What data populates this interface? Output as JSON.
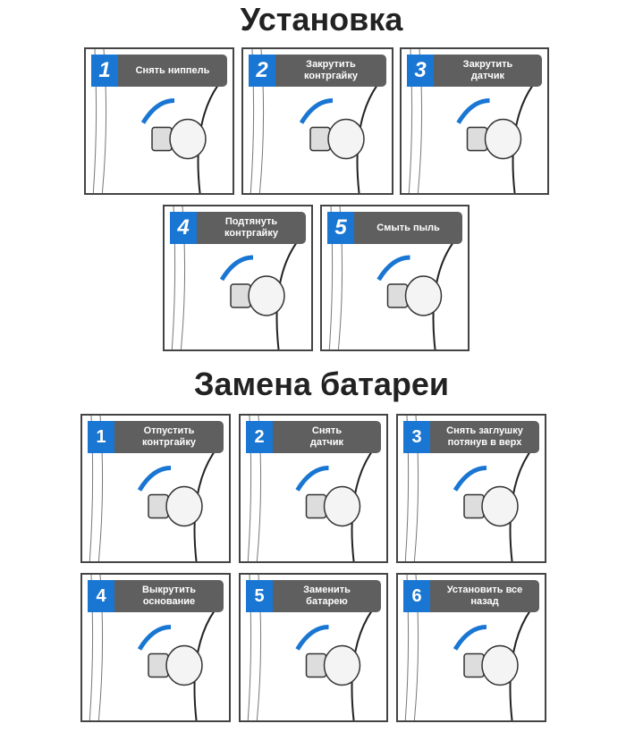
{
  "install": {
    "title": "Установка",
    "steps": [
      {
        "n": "1",
        "text": "Снять ниппель"
      },
      {
        "n": "2",
        "text": "Закрутить\nконтргайку"
      },
      {
        "n": "3",
        "text": "Закрутить\nдатчик"
      },
      {
        "n": "4",
        "text": "Подтянуть\nконтргайку"
      },
      {
        "n": "5",
        "text": "Смыть пыль"
      }
    ]
  },
  "battery": {
    "title": "Замена батареи",
    "steps": [
      {
        "n": "1",
        "text": "Отпустить\nконтргайку"
      },
      {
        "n": "2",
        "text": "Снять\nдатчик"
      },
      {
        "n": "3",
        "text": "Снять заглушку\nпотянув в верх"
      },
      {
        "n": "4",
        "text": "Выкрутить\nоснование"
      },
      {
        "n": "5",
        "text": "Заменить\nбатарею"
      },
      {
        "n": "6",
        "text": "Установить все\nназад"
      }
    ]
  },
  "colors": {
    "accent": "#1976d2",
    "label_bg": "#5f5f5f"
  }
}
